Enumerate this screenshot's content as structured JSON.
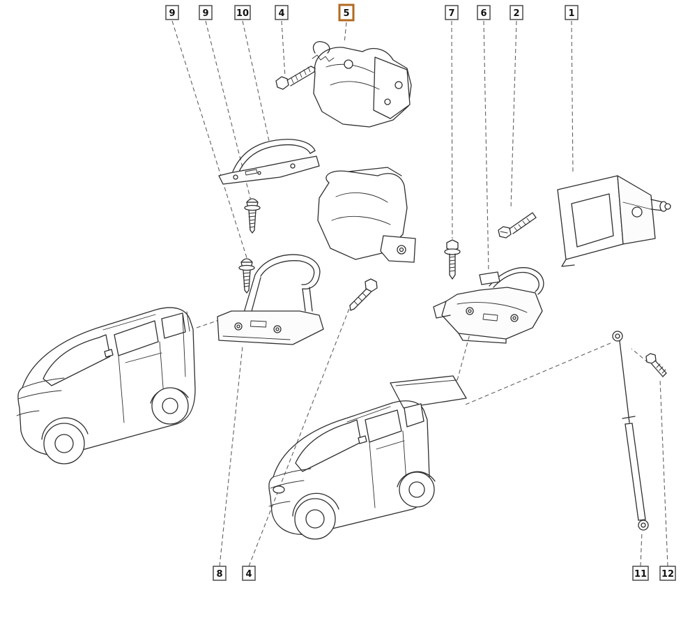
{
  "diagram": {
    "colors": {
      "line": "#2e2e2e",
      "leader": "#606060",
      "callout_border": "#4a4a4a",
      "highlight": "#b26a22",
      "background": "#ffffff"
    },
    "callouts_top": [
      {
        "label": "9"
      },
      {
        "label": "9"
      },
      {
        "label": "10"
      },
      {
        "label": "4"
      },
      {
        "label": "5",
        "highlighted": true
      },
      {
        "label": "7"
      },
      {
        "label": "6"
      },
      {
        "label": "2"
      },
      {
        "label": "1"
      }
    ],
    "callouts_bottom": [
      {
        "label": "8"
      },
      {
        "label": "4"
      },
      {
        "label": "11"
      },
      {
        "label": "12"
      }
    ]
  }
}
